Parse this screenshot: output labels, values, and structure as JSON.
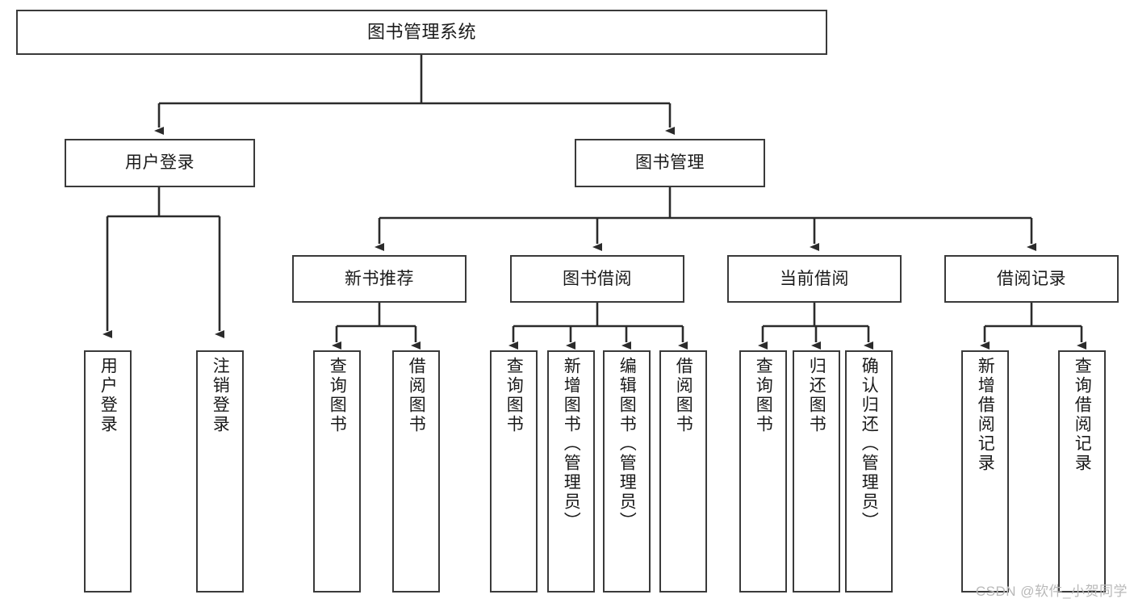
{
  "diagram": {
    "type": "tree-hierarchy",
    "title": "图书管理系统",
    "watermark": "CSDN @软件_小贺同学",
    "colors": {
      "box_border": "#3a3a3a",
      "box_fill": "#ffffff",
      "connector": "#2b2b2b",
      "text": "#1a1a1a",
      "watermark": "#b9b9b9"
    },
    "levels": {
      "level0": [
        {
          "id": "root",
          "label": "图书管理系统"
        }
      ],
      "level1": [
        {
          "id": "user-login",
          "label": "用户登录"
        },
        {
          "id": "book-manage",
          "label": "图书管理"
        }
      ],
      "level2": [
        {
          "id": "new-book-rec",
          "label": "新书推荐"
        },
        {
          "id": "book-borrow",
          "label": "图书借阅"
        },
        {
          "id": "current-borrow",
          "label": "当前借阅"
        },
        {
          "id": "borrow-record",
          "label": "借阅记录"
        }
      ],
      "leaves": [
        {
          "id": "leaf-user-login",
          "label": "用户登录",
          "parent": "user-login"
        },
        {
          "id": "leaf-user-logout",
          "label": "注销登录",
          "parent": "user-login"
        },
        {
          "id": "leaf-rec-query",
          "label": "查询图书",
          "parent": "new-book-rec"
        },
        {
          "id": "leaf-rec-borrow",
          "label": "借阅图书",
          "parent": "new-book-rec"
        },
        {
          "id": "leaf-borrow-query",
          "label": "查询图书",
          "parent": "book-borrow"
        },
        {
          "id": "leaf-borrow-add",
          "label": "新增图书（管理员）",
          "parent": "book-borrow"
        },
        {
          "id": "leaf-borrow-edit",
          "label": "编辑图书（管理员）",
          "parent": "book-borrow"
        },
        {
          "id": "leaf-borrow-lend",
          "label": "借阅图书",
          "parent": "book-borrow"
        },
        {
          "id": "leaf-cur-query",
          "label": "查询图书",
          "parent": "current-borrow"
        },
        {
          "id": "leaf-cur-return",
          "label": "归还图书",
          "parent": "current-borrow"
        },
        {
          "id": "leaf-cur-confirm",
          "label": "确认归还（管理员）",
          "parent": "current-borrow"
        },
        {
          "id": "leaf-rec-add",
          "label": "新增借阅记录",
          "parent": "borrow-record"
        },
        {
          "id": "leaf-rec-search",
          "label": "查询借阅记录",
          "parent": "borrow-record"
        }
      ]
    }
  }
}
